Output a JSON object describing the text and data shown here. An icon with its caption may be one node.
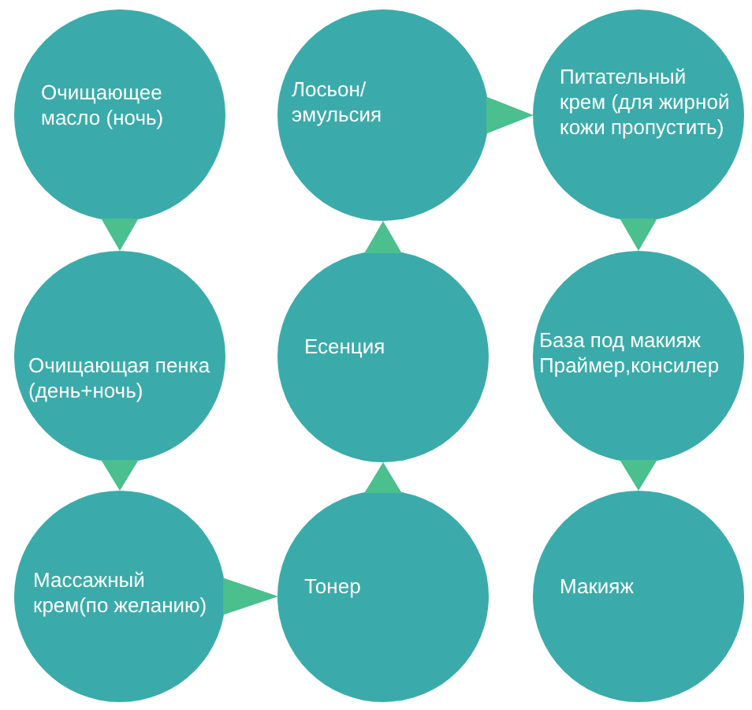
{
  "diagram": {
    "nodes": [
      {
        "text": [
          "Очищающее масло (ночь)"
        ]
      },
      {
        "text": [
          "Лосьон/ эмульсия"
        ]
      },
      {
        "text": [
          "Питательный крем (для жирной кожи пропустить)"
        ]
      },
      {
        "text": [
          "Очищающая пенка (день+ночь)"
        ]
      },
      {
        "text": [
          "Есенция"
        ]
      },
      {
        "text": [
          "База под макияж Праймер,консилер"
        ]
      },
      {
        "text": [
          "Массажный крем(по желанию)"
        ]
      },
      {
        "text": [
          "Тонер"
        ]
      },
      {
        "text": [
          "Макияж"
        ]
      }
    ],
    "edges": [
      {
        "from": 0,
        "to": 3,
        "arrow": "to"
      },
      {
        "from": 3,
        "to": 6,
        "arrow": "to"
      },
      {
        "from": 6,
        "to": 7,
        "arrow": "to"
      },
      {
        "from": 7,
        "to": 4,
        "arrow": "to"
      },
      {
        "from": 4,
        "to": 1,
        "arrow": "to"
      },
      {
        "from": 1,
        "to": 2,
        "arrow": "to"
      },
      {
        "from": 2,
        "to": 5,
        "arrow": "to"
      },
      {
        "from": 5,
        "to": 8,
        "arrow": "to"
      }
    ]
  }
}
